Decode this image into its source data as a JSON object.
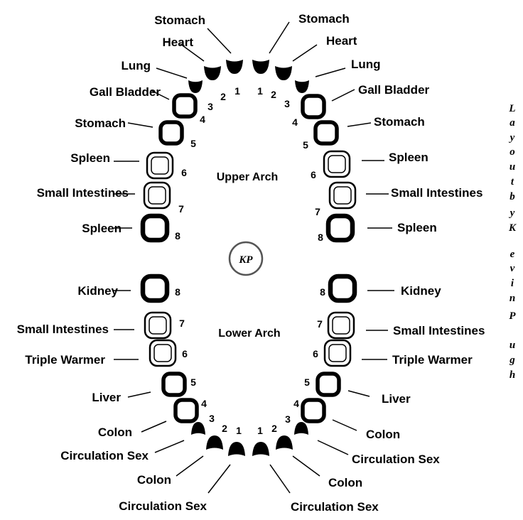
{
  "arch_labels": {
    "upper": "Upper Arch",
    "lower": "Lower Arch"
  },
  "logo_text": "KP",
  "credit": [
    "L",
    "a",
    "y",
    "o",
    "u",
    "t",
    "b",
    "y",
    "K",
    "e",
    "v",
    "i",
    "n",
    "P",
    "u",
    "g",
    "h"
  ],
  "teeth": [
    {
      "id": "ul1",
      "arch": "upper",
      "side": "left",
      "number": "1",
      "organ": "Stomach",
      "kind": "incisor"
    },
    {
      "id": "ul2",
      "arch": "upper",
      "side": "left",
      "number": "2",
      "organ": "Heart",
      "kind": "incisor"
    },
    {
      "id": "ul3",
      "arch": "upper",
      "side": "left",
      "number": "3",
      "organ": "Lung",
      "kind": "canine"
    },
    {
      "id": "ul4",
      "arch": "upper",
      "side": "left",
      "number": "4",
      "organ": "Gall Bladder",
      "kind": "premolar"
    },
    {
      "id": "ul5",
      "arch": "upper",
      "side": "left",
      "number": "5",
      "organ": "Stomach",
      "kind": "premolar"
    },
    {
      "id": "ul6",
      "arch": "upper",
      "side": "left",
      "number": "6",
      "organ": "Spleen",
      "kind": "molar"
    },
    {
      "id": "ul7",
      "arch": "upper",
      "side": "left",
      "number": "7",
      "organ": "Small Intestines",
      "kind": "molar"
    },
    {
      "id": "ul8",
      "arch": "upper",
      "side": "left",
      "number": "8",
      "organ": "Spleen",
      "kind": "wisdom"
    },
    {
      "id": "ur1",
      "arch": "upper",
      "side": "right",
      "number": "1",
      "organ": "Stomach",
      "kind": "incisor"
    },
    {
      "id": "ur2",
      "arch": "upper",
      "side": "right",
      "number": "2",
      "organ": "Heart",
      "kind": "incisor"
    },
    {
      "id": "ur3",
      "arch": "upper",
      "side": "right",
      "number": "3",
      "organ": "Lung",
      "kind": "canine"
    },
    {
      "id": "ur4",
      "arch": "upper",
      "side": "right",
      "number": "4",
      "organ": "Gall Bladder",
      "kind": "premolar"
    },
    {
      "id": "ur5",
      "arch": "upper",
      "side": "right",
      "number": "5",
      "organ": "Stomach",
      "kind": "premolar"
    },
    {
      "id": "ur6",
      "arch": "upper",
      "side": "right",
      "number": "6",
      "organ": "Spleen",
      "kind": "molar"
    },
    {
      "id": "ur7",
      "arch": "upper",
      "side": "right",
      "number": "7",
      "organ": "Small Intestines",
      "kind": "molar"
    },
    {
      "id": "ur8",
      "arch": "upper",
      "side": "right",
      "number": "8",
      "organ": "Spleen",
      "kind": "wisdom"
    },
    {
      "id": "ll8",
      "arch": "lower",
      "side": "left",
      "number": "8",
      "organ": "Kidney",
      "kind": "wisdom"
    },
    {
      "id": "ll7",
      "arch": "lower",
      "side": "left",
      "number": "7",
      "organ": "Small Intestines",
      "kind": "molar"
    },
    {
      "id": "ll6",
      "arch": "lower",
      "side": "left",
      "number": "6",
      "organ": "Triple Warmer",
      "kind": "molar"
    },
    {
      "id": "ll5",
      "arch": "lower",
      "side": "left",
      "number": "5",
      "organ": "Liver",
      "kind": "premolar"
    },
    {
      "id": "ll4",
      "arch": "lower",
      "side": "left",
      "number": "4",
      "organ": "Colon",
      "kind": "premolar"
    },
    {
      "id": "ll3",
      "arch": "lower",
      "side": "left",
      "number": "3",
      "organ": "Circulation Sex",
      "kind": "canine"
    },
    {
      "id": "ll2",
      "arch": "lower",
      "side": "left",
      "number": "2",
      "organ": "Colon",
      "kind": "incisor"
    },
    {
      "id": "ll1",
      "arch": "lower",
      "side": "left",
      "number": "1",
      "organ": "Circulation Sex",
      "kind": "incisor"
    },
    {
      "id": "lr8",
      "arch": "lower",
      "side": "right",
      "number": "8",
      "organ": "Kidney",
      "kind": "wisdom"
    },
    {
      "id": "lr7",
      "arch": "lower",
      "side": "right",
      "number": "7",
      "organ": "Small Intestines",
      "kind": "molar"
    },
    {
      "id": "lr6",
      "arch": "lower",
      "side": "right",
      "number": "6",
      "organ": "Triple Warmer",
      "kind": "molar"
    },
    {
      "id": "lr5",
      "arch": "lower",
      "side": "right",
      "number": "5",
      "organ": "Liver",
      "kind": "premolar"
    },
    {
      "id": "lr4",
      "arch": "lower",
      "side": "right",
      "number": "4",
      "organ": "Colon",
      "kind": "premolar"
    },
    {
      "id": "lr3",
      "arch": "lower",
      "side": "right",
      "number": "3",
      "organ": "Circulation Sex",
      "kind": "canine"
    },
    {
      "id": "lr2",
      "arch": "lower",
      "side": "right",
      "number": "2",
      "organ": "Colon",
      "kind": "incisor"
    },
    {
      "id": "lr1",
      "arch": "lower",
      "side": "right",
      "number": "1",
      "organ": "Circulation Sex",
      "kind": "incisor"
    }
  ]
}
